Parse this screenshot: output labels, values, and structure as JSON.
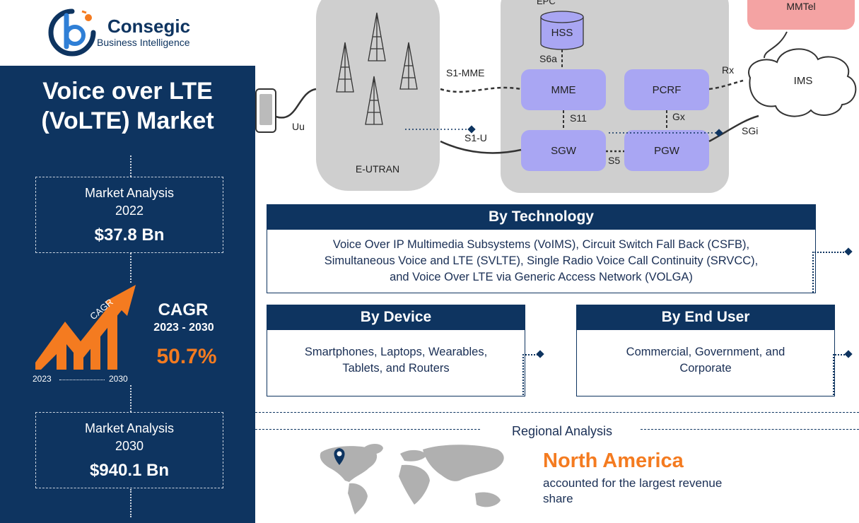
{
  "logo": {
    "brand": "Consegic",
    "tagline": "Business Intelligence"
  },
  "title": {
    "line1": "Voice over LTE",
    "line2": "(VoLTE) Market"
  },
  "market_2022": {
    "label": "Market Analysis",
    "year": "2022",
    "value": "$37.8 Bn"
  },
  "cagr": {
    "arrow_label": "CAGR",
    "title": "CAGR",
    "years": "2023 - 2030",
    "value": "50.7%",
    "start_year": "2023",
    "end_year": "2030"
  },
  "market_2030": {
    "label": "Market Analysis",
    "year": "2030",
    "value": "$940.1 Bn"
  },
  "diagram": {
    "nodes": {
      "hss": "HSS",
      "mme": "MME",
      "pcrf": "PCRF",
      "sgw": "SGW",
      "pgw": "PGW",
      "ims": "IMS",
      "mmtel": "MMTel",
      "eutran": "E-UTRAN",
      "epc": "EPC"
    },
    "links": {
      "s6a": "S6a",
      "s1mme": "S1-MME",
      "s11": "S11",
      "rx": "Rx",
      "gx": "Gx",
      "s1u": "S1-U",
      "s5": "S5",
      "sgi": "SGi",
      "uu": "Uu"
    }
  },
  "segments": {
    "technology": {
      "title": "By Technology",
      "line1": "Voice Over IP Multimedia Subsystems (VoIMS), Circuit Switch Fall Back (CSFB),",
      "line2": "Simultaneous Voice and LTE (SVLTE), Single Radio Voice Call Continuity (SRVCC),",
      "line3": "and Voice Over LTE via Generic Access Network (VOLGA)"
    },
    "device": {
      "title": "By Device",
      "line1": "Smartphones, Laptops, Wearables,",
      "line2": "Tablets, and Routers"
    },
    "end_user": {
      "title": "By End User",
      "line1": "Commercial, Government, and",
      "line2": "Corporate"
    }
  },
  "regional": {
    "label": "Regional Analysis",
    "region": "North America",
    "description": "accounted for the largest revenue share"
  },
  "colors": {
    "navy": "#0e3460",
    "orange": "#f47b20",
    "node": "#a9a6f3",
    "cloud_pink": "#f4a3a3"
  }
}
